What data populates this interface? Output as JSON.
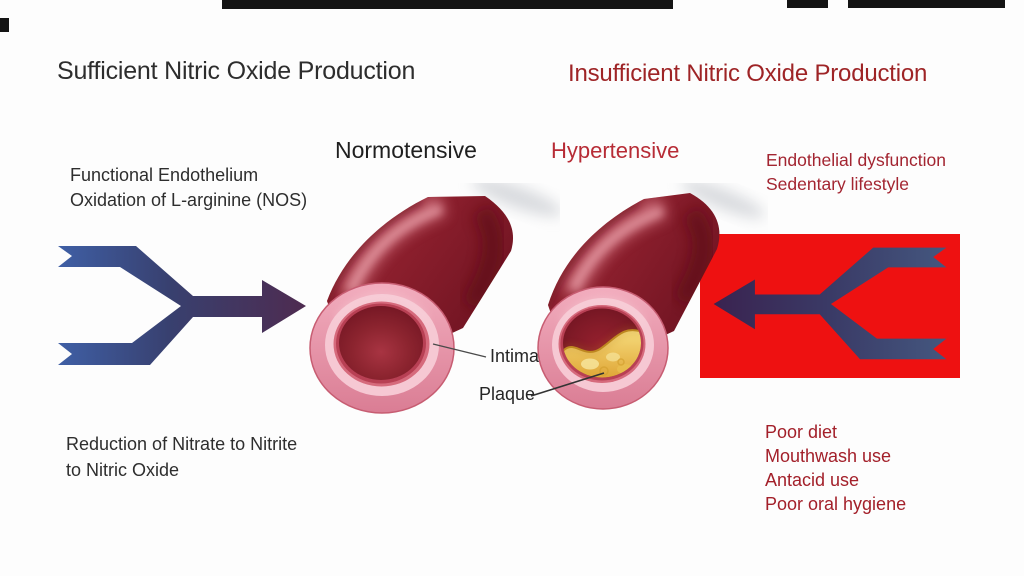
{
  "left_section": {
    "title": "Sufficient Nitric Oxide Production",
    "process_top": [
      "Functional Endothelium",
      "Oxidation of L-arginine (NOS)"
    ],
    "process_bottom": [
      "Reduction of Nitrate to Nitrite",
      "to Nitric Oxide"
    ],
    "vessel_label": "Normotensive"
  },
  "right_section": {
    "title": "Insufficient Nitric Oxide Production",
    "causes_top": [
      "Endothelial dysfunction",
      "Sedentary lifestyle"
    ],
    "causes_bottom": [
      "Poor diet",
      "Mouthwash use",
      "Antacid use",
      "Poor oral hygiene"
    ],
    "vessel_label": "Hypertensive"
  },
  "annotations": {
    "intima_label": "Intima",
    "plaque_label": "Plaque"
  },
  "colors": {
    "left_title_text": "#2d2d2d",
    "right_title_text": "#9e2426",
    "hypertensive_text": "#b72c36",
    "alert_box_red": "#ee1111",
    "arrow_blue": "#3f5fa5",
    "arrow_navy": "#38406f",
    "arrow_purple": "#4e2b50",
    "vessel_wall_red": "#8a1e2c",
    "vessel_rim_pink": "#f0a7b8",
    "lumen_red": "#7a1624",
    "plaque_yellow": "#e8b33c"
  }
}
